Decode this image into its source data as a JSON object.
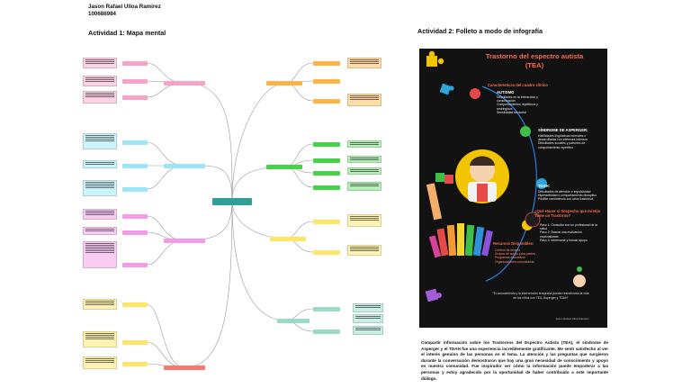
{
  "document": {
    "author_name": "Jason Rafael Ulloa Ramirez",
    "author_id": "100686984",
    "activity1_title": "Actividad 1:  Mapa mental",
    "activity2_title": "Actividad 2:  Folleto a modo de infografía",
    "description": "Compartir información sobre los Trastornos del Espectro Autista (TEA), el síndrome de Asperger y el TDAH fue una experiencia increíblemente gratificante. Me sentí satisfecho al ver el interés genuino de las personas en el tema. La atención y las preguntas que surgieron durante la conversación demostraron que hay una gran necesidad de conocimiento y apoyo en nuestra comunidad. Fue inspirador ver cómo la información puede empoderar a las personas y estoy agradecido por la oportunidad de haber contribuido a este importante diálogo."
  },
  "infographic": {
    "title": "Trastorno del espectro autista (TEA)",
    "section_characteristics": "Características del cuadro clínico",
    "label_autism": "AUTISMO",
    "autism_points": [
      "Dificultades en la interacción y comunicación",
      "Comportamientos repetitivos y restringidos",
      "Sensibilidad sensorial"
    ],
    "label_asperger": "SÍNDROME DE ASPERGER:",
    "asperger_points": [
      "Habilidades lingüísticas normales o desarrolladas con intereses intensos",
      "Dificultades sociales y patrones de comportamiento repetitivo"
    ],
    "label_tdah": "TDAH:",
    "tdah_points": [
      "Dificultades de atención e impulsividad",
      "Hiperactividad o comportamiento disruptivo",
      "Posible coexistencia con otros trastornos"
    ],
    "question": "¿Qué Hacer si Sospecho que mi Hijo Tiene un Trastorno?",
    "question_points": [
      "Paso 1: Consultar con un profesional de la salud",
      "Paso 2: Buscar una evaluación especializada",
      "Paso 3: Informarse y buscar apoyo"
    ],
    "section_resources": "Recursos Disponibles:",
    "resources": [
      "Centros de terapia",
      "Grupos de apoyo para padres",
      "Programas educativos",
      "Organizaciones comunitarias"
    ],
    "quote": "\"El conocimiento y la intervención temprana pueden transformar la vida de los niños con TEA, Asperger y TDAH\"",
    "footer": "Jason Rafael Ulloa Ramirez"
  },
  "colors": {
    "center": "#2f9f95",
    "orange": "#ffb347",
    "pink": "#f7a3c9",
    "cyan": "#9ee6f7",
    "green": "#46d24b",
    "magenta": "#f39be6",
    "yellow": "#ffe66b",
    "teal": "#9bd9c9",
    "red": "#f4796f",
    "line": "#999999",
    "info_bg": "#121212",
    "info_accent": "#ff6a4d",
    "info_line": "#2a7bd8"
  }
}
